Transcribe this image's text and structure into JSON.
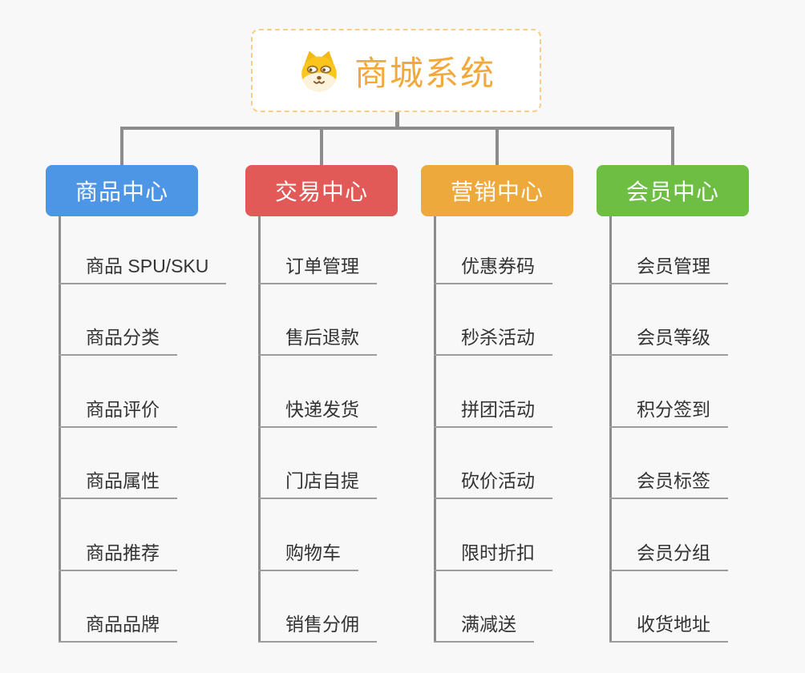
{
  "root": {
    "title": "商城系统",
    "icon": "dog-face"
  },
  "colors": {
    "background": "#F8F8F8",
    "connector": "#8C8C8C",
    "underline": "#9C9C9C",
    "child_text": "#333333",
    "root_text": "#F2A93B",
    "root_border": "#F8CD87",
    "node_text": "#FFFFFF"
  },
  "branches": [
    {
      "label": "商品中心",
      "color": "#4D95E5",
      "children": [
        "商品 SPU/SKU",
        "商品分类",
        "商品评价",
        "商品属性",
        "商品推荐",
        "商品品牌"
      ]
    },
    {
      "label": "交易中心",
      "color": "#E15A57",
      "children": [
        "订单管理",
        "售后退款",
        "快递发货",
        "门店自提",
        "购物车",
        "销售分佣"
      ]
    },
    {
      "label": "营销中心",
      "color": "#EDA93B",
      "children": [
        "优惠券码",
        "秒杀活动",
        "拼团活动",
        "砍价活动",
        "限时折扣",
        "满减送"
      ]
    },
    {
      "label": "会员中心",
      "color": "#6EBE44",
      "children": [
        "会员管理",
        "会员等级",
        "积分签到",
        "会员标签",
        "会员分组",
        "收货地址"
      ]
    }
  ]
}
